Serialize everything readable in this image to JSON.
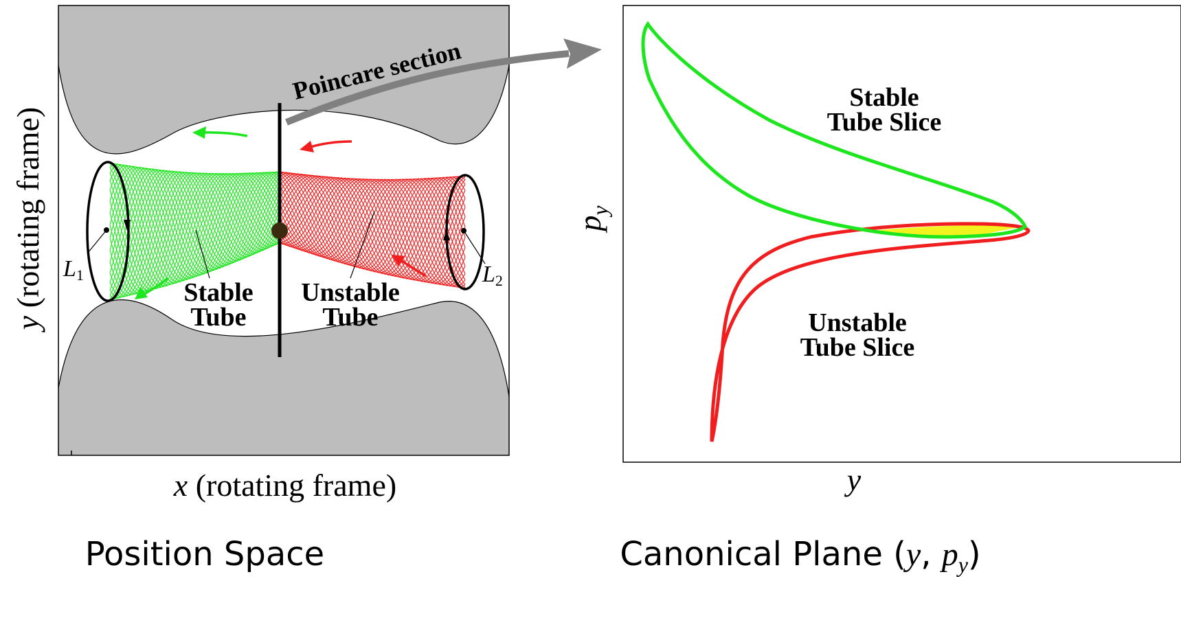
{
  "colors": {
    "forbidden_region": "#bdbdbd",
    "stable": "#1ee61e",
    "unstable": "#f01e1e",
    "overlap": "#f2f21e",
    "arrow": "#808080",
    "line": "#000000",
    "equilibrium_dot": "#3a2a10"
  },
  "left_panel": {
    "caption": "Position Space",
    "xlabel_var": "x",
    "xlabel_rest": " (rotating frame)",
    "ylabel_var": "y",
    "ylabel_rest": " (rotating frame)",
    "section_label": "Poincare section",
    "stable_tube": {
      "line1": "Stable",
      "line2": "Tube"
    },
    "unstable_tube": {
      "line1": "Unstable",
      "line2": "Tube"
    },
    "l1": {
      "letter": "L",
      "sub": "1"
    },
    "l2": {
      "letter": "L",
      "sub": "2"
    }
  },
  "right_panel": {
    "caption_text": "Canonical Plane ",
    "caption_open": "(",
    "caption_y": "y",
    "caption_comma": ", ",
    "caption_p": "p",
    "caption_psub": "y",
    "caption_close": ")",
    "xlabel": "y",
    "ylabel_p": "p",
    "ylabel_sub": "y",
    "stable_slice": {
      "line1": "Stable",
      "line2": "Tube Slice"
    },
    "unstable_slice": {
      "line1": "Unstable",
      "line2": "Tube Slice"
    }
  }
}
